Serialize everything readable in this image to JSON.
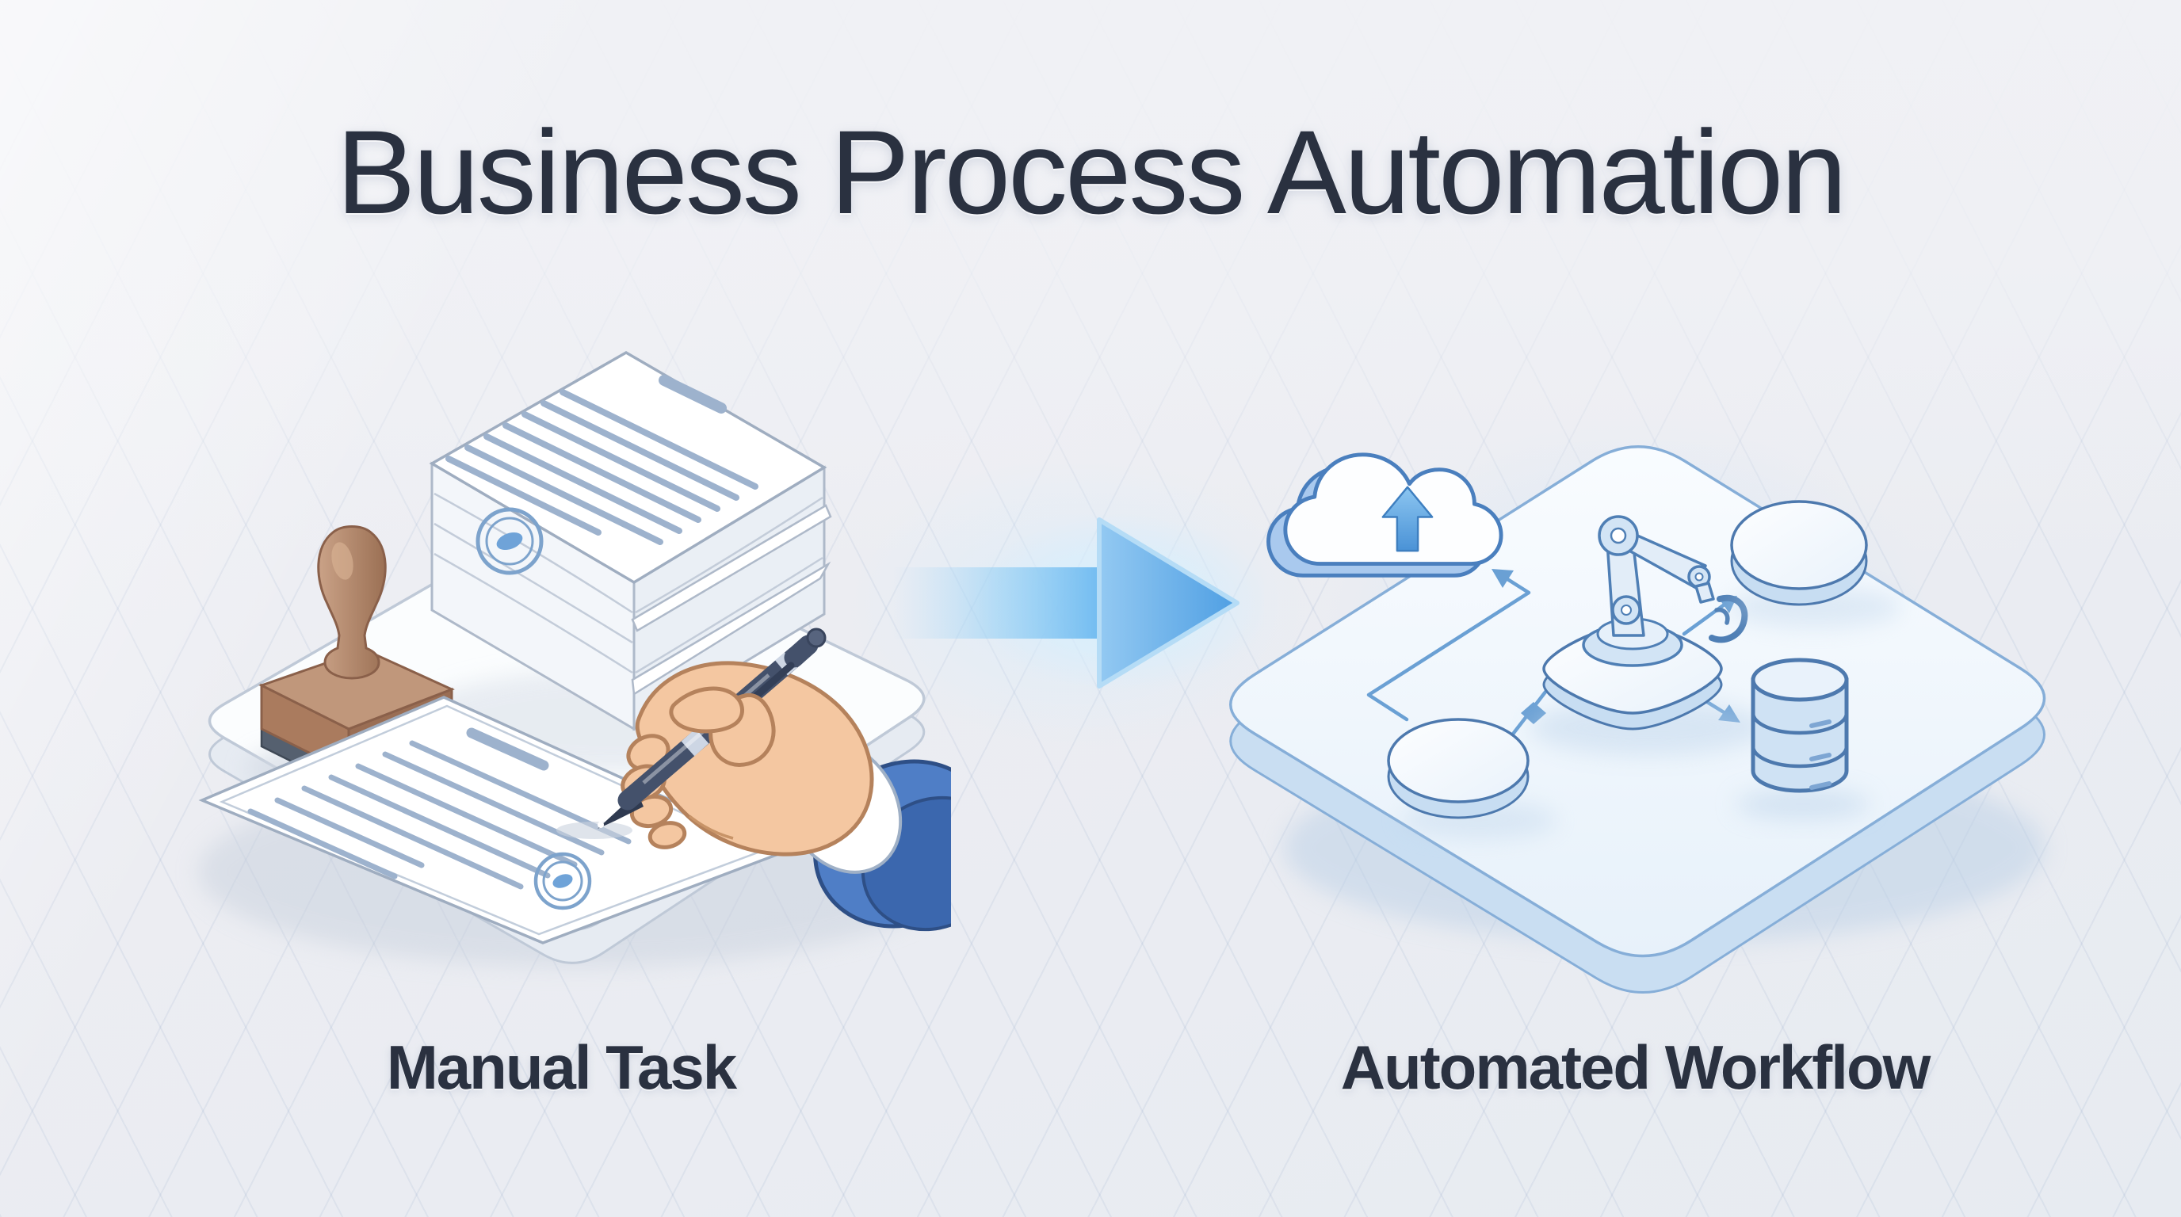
{
  "title": "Business Process Automation",
  "panels": {
    "left": {
      "label": "Manual Task",
      "icons": [
        "paper-stack-icon",
        "rubber-stamp-icon",
        "document-icon",
        "signing-hand-icon",
        "pen-icon"
      ]
    },
    "right": {
      "label": "Automated Workflow",
      "icons": [
        "cloud-upload-icon",
        "robot-arm-icon",
        "workflow-node-icon",
        "database-icon"
      ]
    }
  },
  "arrow": {
    "name": "transform-arrow-icon",
    "direction": "right"
  },
  "colors": {
    "background": "#edeff3",
    "title_text": "#2a3140",
    "label_text": "#2a3140",
    "accent_blue": "#57a7e8",
    "outline_blue": "#4d79ae",
    "line_blue": "#6aa0d4",
    "platform_white": "#fbfcfe",
    "platform_tint": "#eaf2fb",
    "platform_side": "#c9def2",
    "stamp_brown": "#b98d70",
    "stamp_brown_dark": "#9a6e54",
    "skin": "#f4c7a1",
    "skin_outline": "#b5825c",
    "sleeve_blue": "#4a79c2",
    "pen_navy": "#44516b",
    "doc_line": "#9db2cd",
    "seal_blue": "#6fa3d8",
    "paper_edge": "#aab6c6"
  }
}
